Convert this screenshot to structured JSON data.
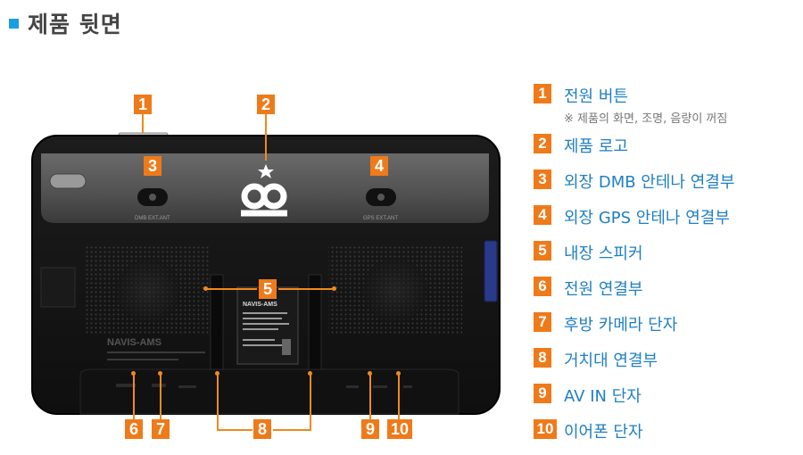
{
  "page": {
    "title": "제품 뒷면"
  },
  "device": {
    "left_antenna_label": "DMB EXT.ANT",
    "right_antenna_label": "GPS EXT.ANT",
    "brand": "NAVIS-AMS",
    "sticker_title": "NAVIS-AMS"
  },
  "callouts": [
    "1",
    "2",
    "3",
    "4",
    "5",
    "6",
    "7",
    "8",
    "9",
    "10"
  ],
  "legend": [
    {
      "num": "1",
      "label": "전원 버튼",
      "note": "※ 제품의 화면, 조명, 음량이 꺼짐"
    },
    {
      "num": "2",
      "label": "제품 로고"
    },
    {
      "num": "3",
      "label": "외장 DMB 안테나 연결부"
    },
    {
      "num": "4",
      "label": "외장 GPS 안테나 연결부"
    },
    {
      "num": "5",
      "label": "내장 스피커"
    },
    {
      "num": "6",
      "label": "전원 연결부"
    },
    {
      "num": "7",
      "label": "후방 카메라 단자"
    },
    {
      "num": "8",
      "label": "거치대 연결부"
    },
    {
      "num": "9",
      "label": "AV IN 단자"
    },
    {
      "num": "10",
      "label": "이어폰 단자"
    }
  ]
}
